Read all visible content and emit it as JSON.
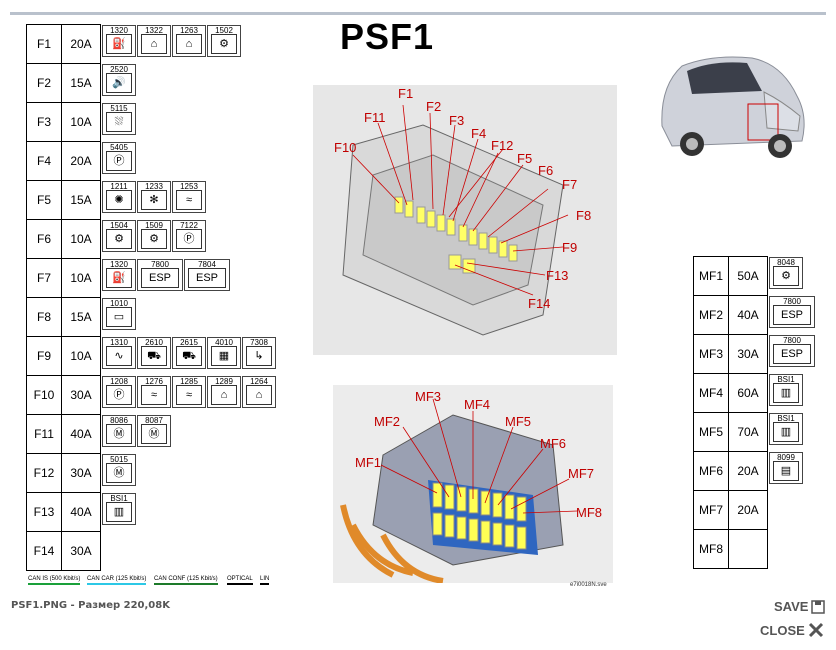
{
  "title": "PSF1",
  "left_fuses": [
    {
      "label": "F1",
      "amps": "20A",
      "components": [
        {
          "code": "1320",
          "icon": "⛽"
        },
        {
          "code": "1322",
          "icon": "⌂"
        },
        {
          "code": "1263",
          "icon": "⌂"
        },
        {
          "code": "1502",
          "icon": "⚙"
        }
      ]
    },
    {
      "label": "F2",
      "amps": "15A",
      "components": [
        {
          "code": "2520",
          "icon": "🔊"
        }
      ]
    },
    {
      "label": "F3",
      "amps": "10A",
      "components": [
        {
          "code": "5115",
          "icon": "⛆"
        }
      ]
    },
    {
      "label": "F4",
      "amps": "20A",
      "components": [
        {
          "code": "5405",
          "icon": "Ⓟ"
        }
      ]
    },
    {
      "label": "F5",
      "amps": "15A",
      "components": [
        {
          "code": "1211",
          "icon": "✺"
        },
        {
          "code": "1233",
          "icon": "✻"
        },
        {
          "code": "1253",
          "icon": "≈"
        }
      ]
    },
    {
      "label": "F6",
      "amps": "10A",
      "components": [
        {
          "code": "1504",
          "icon": "⚙"
        },
        {
          "code": "1509",
          "icon": "⚙"
        },
        {
          "code": "7122",
          "icon": "Ⓟ"
        }
      ]
    },
    {
      "label": "F7",
      "amps": "10A",
      "components": [
        {
          "code": "1320",
          "icon": "⛽"
        },
        {
          "code": "7800",
          "icon": "ESP"
        },
        {
          "code": "7804",
          "icon": "ESP"
        }
      ]
    },
    {
      "label": "F8",
      "amps": "15A",
      "components": [
        {
          "code": "1010",
          "icon": "▭"
        }
      ]
    },
    {
      "label": "F9",
      "amps": "10A",
      "components": [
        {
          "code": "1310",
          "icon": "∿"
        },
        {
          "code": "2610",
          "icon": "⛟"
        },
        {
          "code": "2615",
          "icon": "⛟"
        },
        {
          "code": "4010",
          "icon": "▦"
        },
        {
          "code": "7308",
          "icon": "↳"
        }
      ]
    },
    {
      "label": "F10",
      "amps": "30A",
      "components": [
        {
          "code": "1208",
          "icon": "Ⓟ"
        },
        {
          "code": "1276",
          "icon": "≈"
        },
        {
          "code": "1285",
          "icon": "≈"
        },
        {
          "code": "1289",
          "icon": "⌂"
        },
        {
          "code": "1264",
          "icon": "⌂"
        }
      ]
    },
    {
      "label": "F11",
      "amps": "40A",
      "components": [
        {
          "code": "8086",
          "icon": "Ⓜ"
        },
        {
          "code": "8087",
          "icon": "Ⓜ"
        }
      ]
    },
    {
      "label": "F12",
      "amps": "30A",
      "components": [
        {
          "code": "5015",
          "icon": "Ⓜ"
        }
      ]
    },
    {
      "label": "F13",
      "amps": "40A",
      "components": [
        {
          "code": "BSI1",
          "icon": "▥"
        }
      ]
    },
    {
      "label": "F14",
      "amps": "30A",
      "components": []
    }
  ],
  "right_fuses": [
    {
      "label": "MF1",
      "amps": "50A",
      "components": [
        {
          "code": "8048",
          "icon": "⚙"
        }
      ]
    },
    {
      "label": "MF2",
      "amps": "40A",
      "components": [
        {
          "code": "7800",
          "icon": "ESP"
        }
      ]
    },
    {
      "label": "MF3",
      "amps": "30A",
      "components": [
        {
          "code": "7800",
          "icon": "ESP"
        }
      ]
    },
    {
      "label": "MF4",
      "amps": "60A",
      "components": [
        {
          "code": "BSI1",
          "icon": "▥"
        }
      ]
    },
    {
      "label": "MF5",
      "amps": "70A",
      "components": [
        {
          "code": "BSI1",
          "icon": "▥"
        }
      ]
    },
    {
      "label": "MF6",
      "amps": "20A",
      "components": [
        {
          "code": "8099",
          "icon": "▤"
        }
      ]
    },
    {
      "label": "MF7",
      "amps": "20A",
      "components": []
    },
    {
      "label": "MF8",
      "amps": "",
      "components": []
    }
  ],
  "callouts_top": [
    "F1",
    "F2",
    "F3",
    "F4",
    "F5",
    "F6",
    "F7",
    "F8",
    "F9",
    "F10",
    "F11",
    "F12",
    "F13",
    "F14"
  ],
  "callouts_bottom": [
    "MF1",
    "MF2",
    "MF3",
    "MF4",
    "MF5",
    "MF6",
    "MF7",
    "MF8"
  ],
  "image_caption": "e7i0018N.sve",
  "legend": [
    {
      "label": "CAN IS (500 Kbit/s)",
      "color": "#1aa03a"
    },
    {
      "label": "CAN CAR (125 Kbit/s)",
      "color": "#2cc8e6"
    },
    {
      "label": "CAN CONF (125 Kbit/s)",
      "color": "#1d7a2a"
    },
    {
      "label": "OPTICAL",
      "color": "#000000"
    },
    {
      "label": "LIN",
      "color": "#000000"
    }
  ],
  "footer": {
    "file_info": "PSF1.PNG - Размер 220,08K",
    "save_label": "SAVE",
    "close_label": "CLOSE"
  }
}
